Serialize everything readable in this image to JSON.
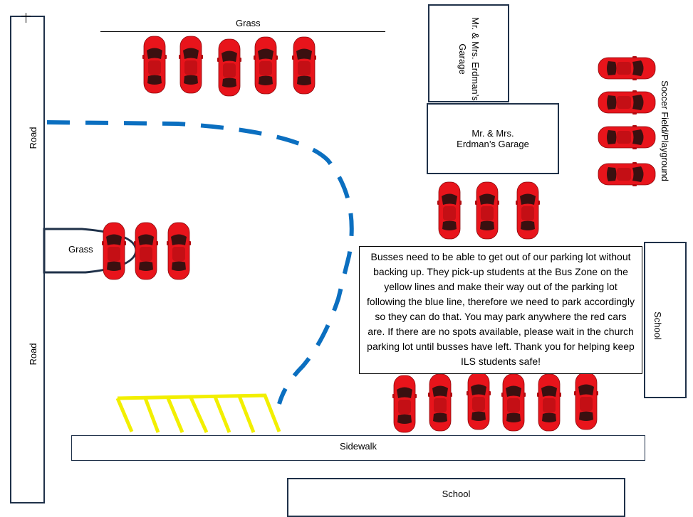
{
  "labels": {
    "grass_top": "Grass",
    "grass_left": "Grass",
    "road_top": "Road",
    "road_bottom": "Road",
    "garage_vertical": "Mr. & Mrs. Erdman’s Garage",
    "garage_horizontal_line1": "Mr. & Mrs.",
    "garage_horizontal_line2": "Erdman’s Garage",
    "soccer_field": "Soccer Field/Playground",
    "school_right": "School",
    "school_bottom": "School",
    "sidewalk": "Sidewalk"
  },
  "note": {
    "text": "Busses need to be able to get out of our parking lot without backing up. They pick-up students at the Bus Zone on the yellow lines and make their way out of the parking lot following the blue line, therefore we need to park accordingly so they can do that. You may park anywhere the red cars are. If there are no spots available, please wait in the church parking lot until busses have left. Thank you for helping keep ILS students safe!"
  },
  "colors": {
    "car_red": "#e8141b",
    "car_dark": "#3a1010",
    "bus_route_blue": "#0b6fc0",
    "bus_zone_yellow": "#f2ef00",
    "box_border": "#1f3149"
  },
  "icons": {
    "car": "car-icon"
  }
}
